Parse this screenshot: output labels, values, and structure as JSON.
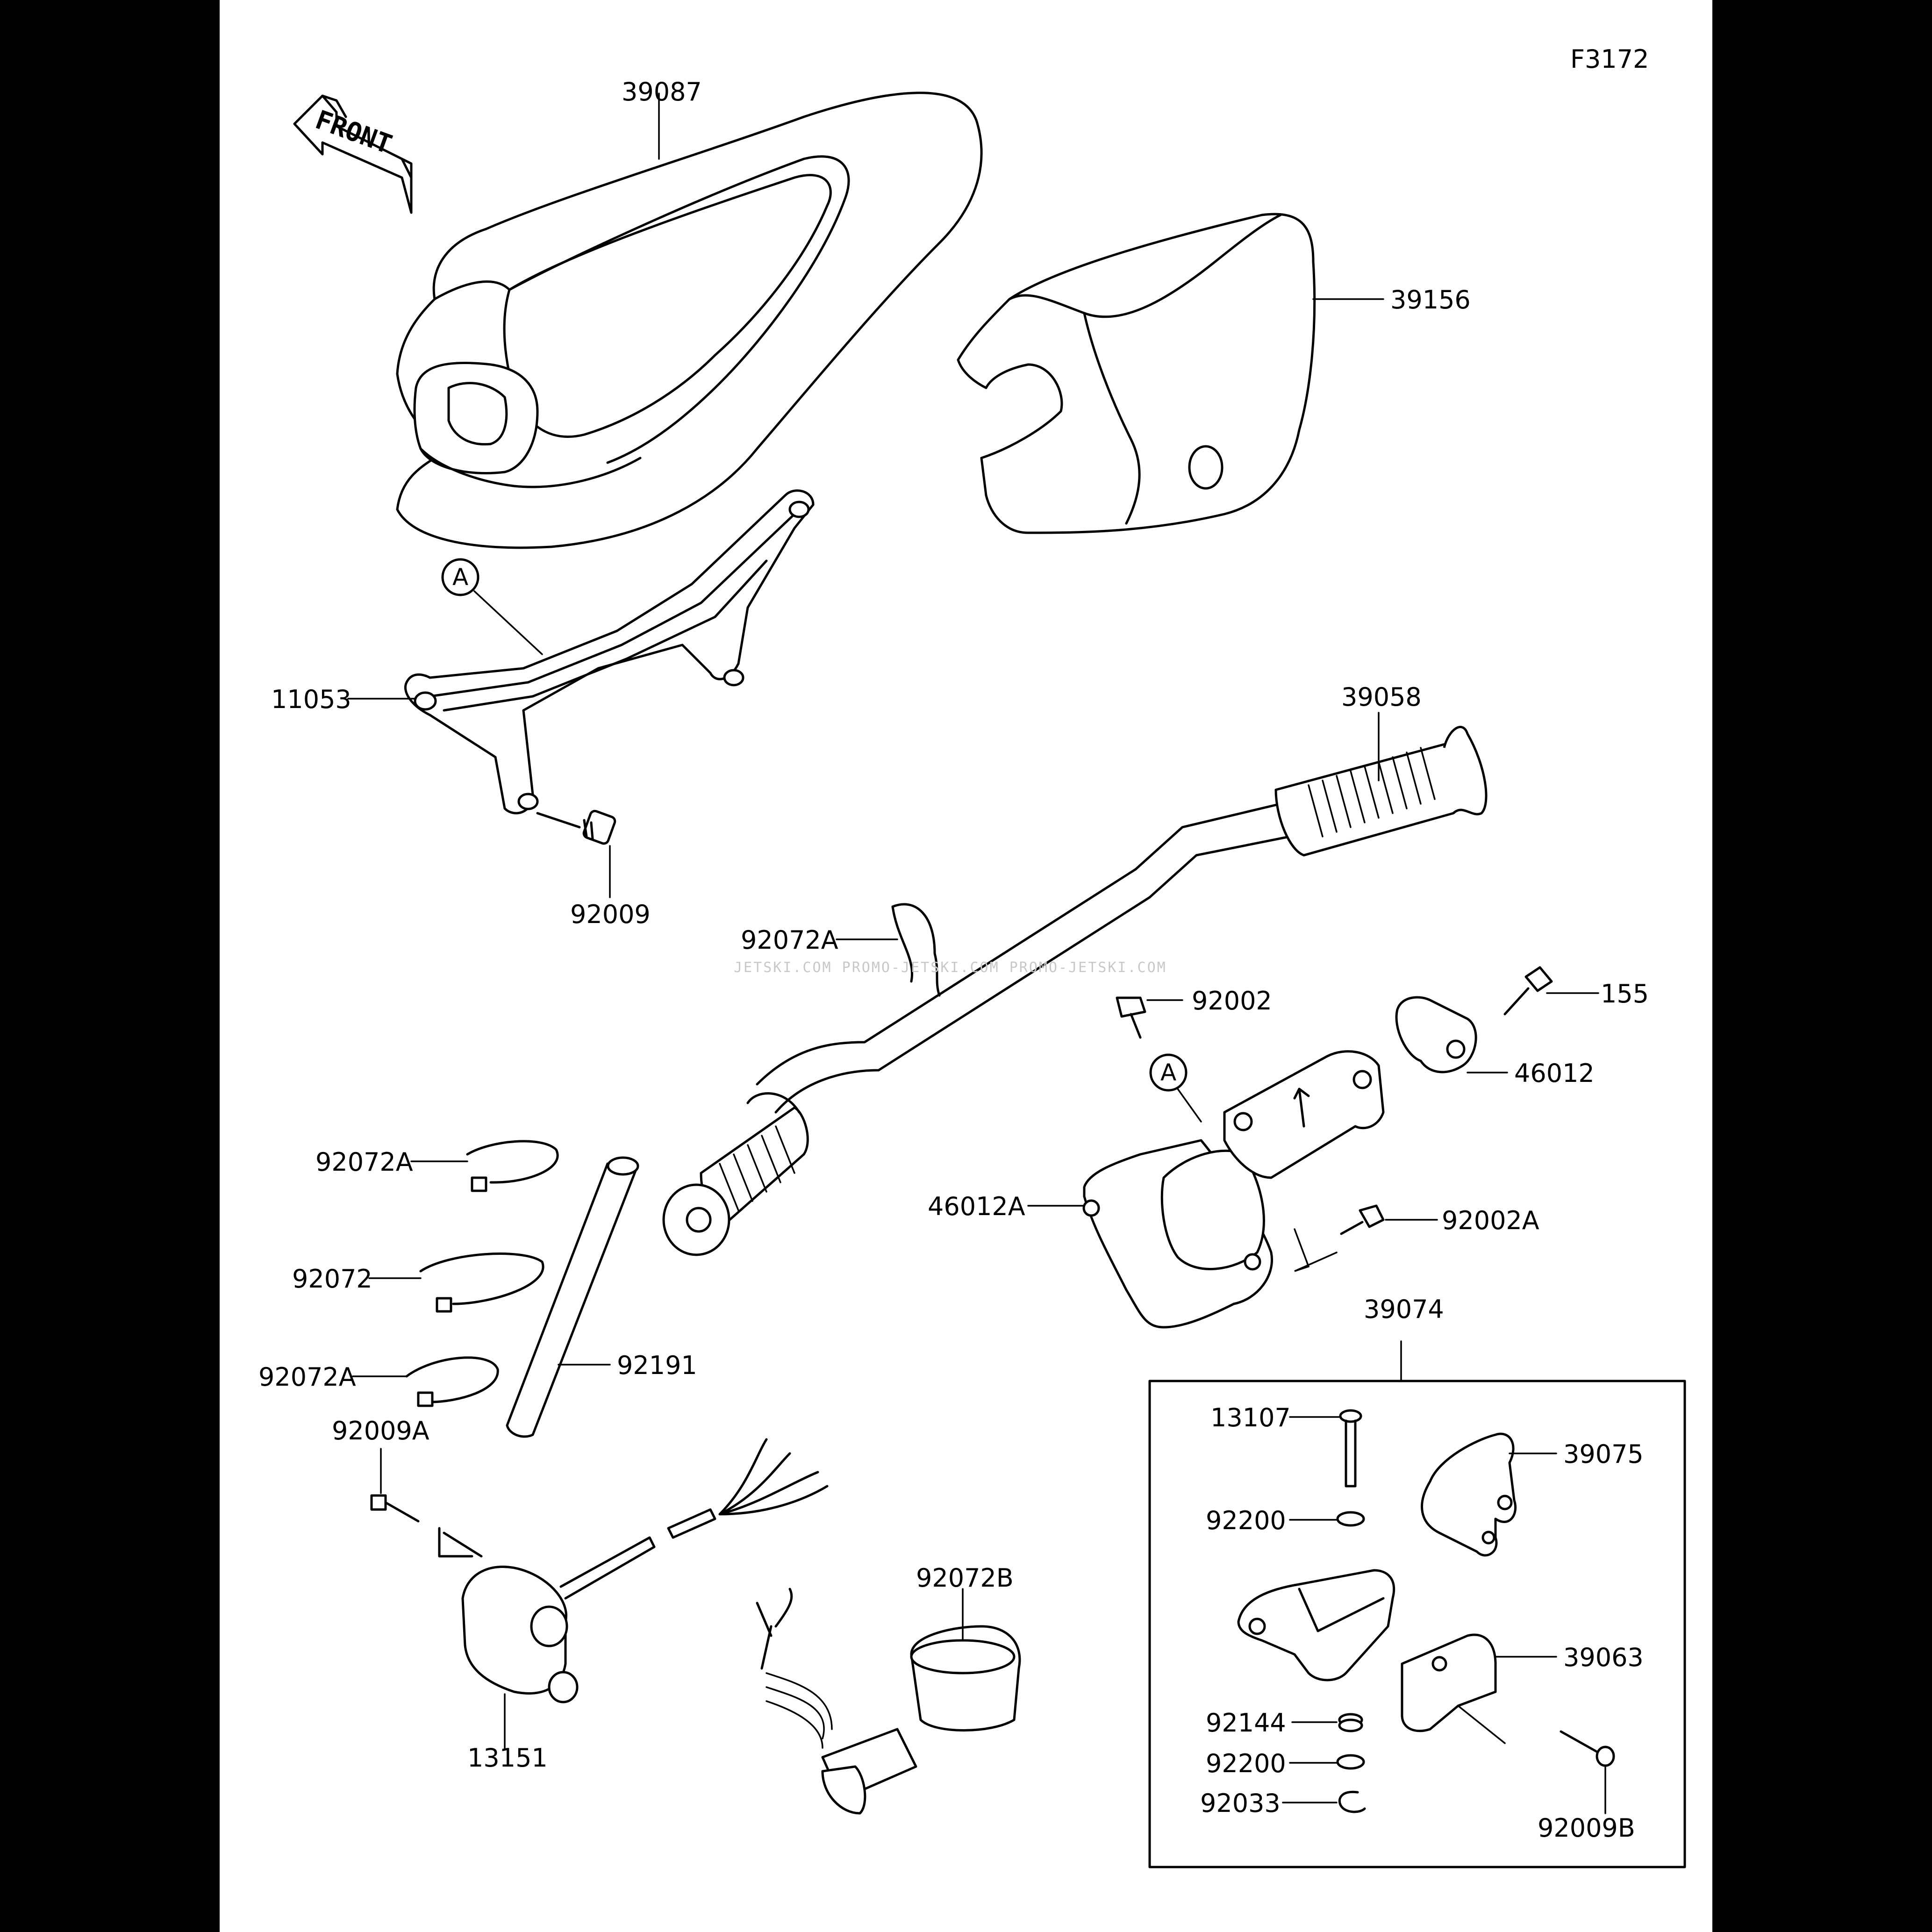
{
  "figure_id": "F3172",
  "front_label": "FRONT",
  "callout_ref": "A",
  "watermark": "JETSKI.COM   PROMO-JETSKI.COM   PROMO-JETSKI.COM",
  "parts": {
    "p39087": "39087",
    "p39156": "39156",
    "p11053": "11053",
    "p92009": "92009",
    "p39058": "39058",
    "p92072A_top": "92072A",
    "p92002": "92002",
    "p155": "155",
    "p46012": "46012",
    "p46012A": "46012A",
    "p92002A": "92002A",
    "p92072A_mid": "92072A",
    "p92072": "92072",
    "p92072A_low": "92072A",
    "p92191": "92191",
    "p92009A": "92009A",
    "p13151": "13151",
    "p92072B": "92072B",
    "p39074": "39074",
    "p13107": "13107",
    "p39075": "39075",
    "p92200_a": "92200",
    "p39063": "39063",
    "p92144": "92144",
    "p92200_b": "92200",
    "p92033": "92033",
    "p92009B": "92009B"
  }
}
